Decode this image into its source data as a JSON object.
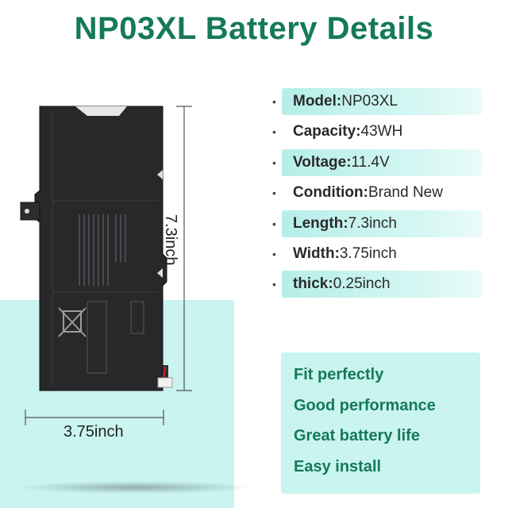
{
  "title": "NP03XL Battery Details",
  "specs": [
    {
      "label": "Model:",
      "value": "NP03XL"
    },
    {
      "label": "Capacity:",
      "value": "43WH"
    },
    {
      "label": "Voltage:",
      "value": " 11.4V"
    },
    {
      "label": "Condition:",
      "value": " Brand New"
    },
    {
      "label": "Length:",
      "value": "7.3inch"
    },
    {
      "label": "Width:",
      "value": "3.75inch"
    },
    {
      "label": "thick:",
      "value": "0.25inch"
    }
  ],
  "features": [
    "Fit perfectly",
    "Good performance",
    "Great battery life",
    "Easy install"
  ],
  "dimensions": {
    "length": "7.3inch",
    "width": "3.75inch"
  },
  "colors": {
    "accent": "#157a57",
    "highlight": "#c9f4ef"
  }
}
